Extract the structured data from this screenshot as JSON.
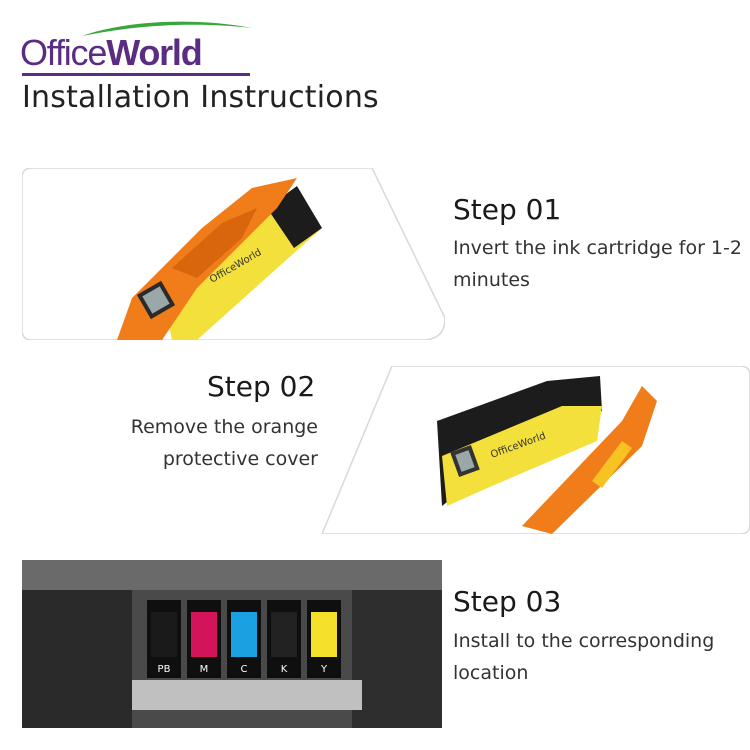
{
  "brand": {
    "logo_text_light": "Office",
    "logo_text_bold": "World",
    "logo_color": "#5a2d82",
    "swoosh_color": "#3aa73a"
  },
  "page": {
    "title": "Installation Instructions"
  },
  "steps": [
    {
      "title": "Step 01",
      "description": "Invert the ink cartridge for 1-2 minutes",
      "image": "orange-capped-ink-cartridge"
    },
    {
      "title": "Step 02",
      "description": "Remove the orange protective cover",
      "image": "cartridge-with-cover-removed"
    },
    {
      "title": "Step 03",
      "description": "Install to the corresponding location",
      "image": "printer-carriage-with-cartridges"
    }
  ],
  "printer_slots": [
    {
      "label": "PB",
      "color": "#1a1a1a"
    },
    {
      "label": "M",
      "color": "#d4145a"
    },
    {
      "label": "C",
      "color": "#1ba1e2"
    },
    {
      "label": "K",
      "color": "#222222"
    },
    {
      "label": "Y",
      "color": "#f5e12a"
    }
  ],
  "colors": {
    "panel_border": "#d9d9d9",
    "cartridge_orange": "#f07d1a",
    "cartridge_yellow": "#f3e03b",
    "cartridge_black": "#1c1c1c"
  }
}
